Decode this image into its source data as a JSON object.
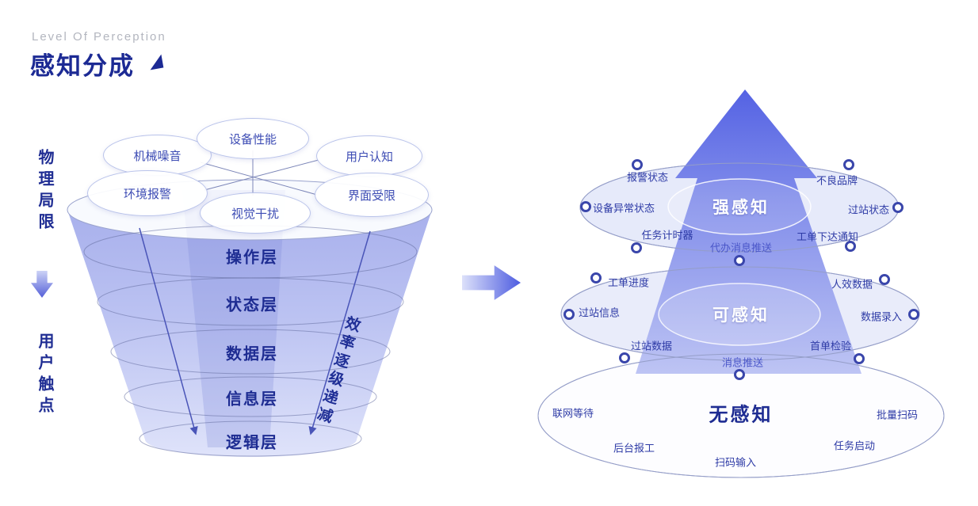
{
  "header": {
    "subtitle": "Level Of Perception",
    "title": "感知分成"
  },
  "left_diagram": {
    "side_labels": {
      "top": "物理局限",
      "bottom": "用户触点"
    },
    "bubbles": [
      "机械噪音",
      "设备性能",
      "用户认知",
      "环境报警",
      "视觉干扰",
      "界面受限"
    ],
    "layers": [
      "操作层",
      "状态层",
      "数据层",
      "信息层",
      "逻辑层"
    ],
    "slope_note": "效率逐级递减"
  },
  "right_diagram": {
    "levels": [
      {
        "label": "强感知",
        "items": [
          "报警状态",
          "不良品牌",
          "设备异常状态",
          "过站状态",
          "任务计时器",
          "代办消息推送",
          "工单下达通知"
        ]
      },
      {
        "label": "可感知",
        "items": [
          "工单进度",
          "人效数据",
          "过站信息",
          "数据录入",
          "过站数据",
          "首单检验",
          "消息推送"
        ]
      },
      {
        "label": "无感知",
        "items": [
          "联网等待",
          "批量扫码",
          "后台报工",
          "任务启动",
          "扫码输入"
        ]
      }
    ]
  },
  "colors": {
    "title_navy": "#1c2a94",
    "subtitle_gray": "#b3b6bf",
    "label_navy": "#2e3ba6",
    "funnel_fill": "#b2baf0",
    "beam_blue": "#4b5ae2",
    "beam_light": "#bac1f3"
  }
}
